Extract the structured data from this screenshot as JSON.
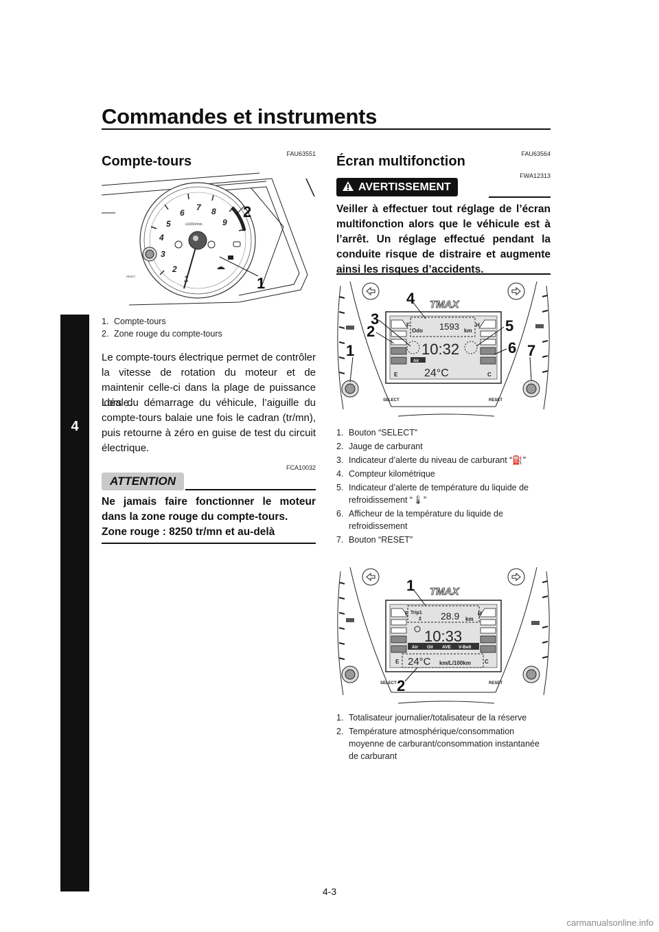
{
  "page": {
    "title": "Commandes et instruments",
    "chapter": "4",
    "page_number": "4-3",
    "watermark": "carmanualsonline.info"
  },
  "left": {
    "section_code": "FAU63551",
    "heading": "Compte-tours",
    "figure": {
      "callouts": [
        "1",
        "2"
      ],
      "dial_numbers": [
        "1",
        "2",
        "3",
        "4",
        "5",
        "6",
        "7",
        "8",
        "9"
      ],
      "dial_unit": "x1000r/min",
      "reset_label": "RESET"
    },
    "captions": [
      {
        "num": "1.",
        "text": "Compte-tours"
      },
      {
        "num": "2.",
        "text": "Zone rouge du compte-tours"
      }
    ],
    "paragraph1": "Le compte-tours électrique permet de contrôler la vitesse de rotation du moteur et de maintenir celle-ci dans la plage de puissance idéale.",
    "paragraph2": "Lors du démarrage du véhicule, l’aiguille du compte-tours balaie une fois le cadran (tr/mn), puis retourne à zéro en guise de test du circuit électrique.",
    "caution_code": "FCA10032",
    "caution_label": "ATTENTION",
    "caution_text1": "Ne jamais faire fonctionner le moteur dans la zone rouge du compte-tours.",
    "caution_text2": "Zone rouge : 8250 tr/mn et au-delà"
  },
  "right": {
    "section_code": "FAU63564",
    "heading": "Écran multifonction",
    "warning_code": "FWA12313",
    "warning_label": "AVERTISSEMENT",
    "warning_text": "Veiller à effectuer tout réglage de l’écran multifonction alors que le véhicule est à l’arrêt. Un réglage effectué pendant la conduite risque de distraire et augmente ainsi les risques d’accidents.",
    "figure1": {
      "callouts": [
        "1",
        "2",
        "3",
        "4",
        "5",
        "6",
        "7"
      ],
      "logo": "TMAX",
      "odo_label": "Odo",
      "odo_value": "1593",
      "unit_km": "km",
      "clock": "10:32",
      "temp": "24°C",
      "air_label": "Air",
      "gauge_f": "F",
      "gauge_e": "E",
      "gauge_h": "H",
      "gauge_c": "C",
      "select_label": "SELECT",
      "reset_label": "RESET"
    },
    "captions1": [
      {
        "num": "1.",
        "text": "Bouton “SELECT”"
      },
      {
        "num": "2.",
        "text": "Jauge de carburant"
      },
      {
        "num": "3.",
        "text": "Indicateur d’alerte du niveau de carburant “⛽”"
      },
      {
        "num": "4.",
        "text": "Compteur kilométrique"
      },
      {
        "num": "5.",
        "text": "Indicateur d’alerte de température du liquide de refroidissement “🌡”"
      },
      {
        "num": "6.",
        "text": "Afficheur de la température du liquide de refroidissement"
      },
      {
        "num": "7.",
        "text": "Bouton “RESET”"
      }
    ],
    "figure2": {
      "callouts": [
        "1",
        "2"
      ],
      "logo": "TMAX",
      "trip_label": "Trip1",
      "trip_sub": "2",
      "trip_value": "28.9",
      "unit_km": "km",
      "clock": "10:33",
      "temp": "24°C",
      "consumption_unit": "km/L/100km",
      "tabs": [
        "Air",
        "Oil",
        "AVE",
        "V-Belt"
      ],
      "gauge_f": "F",
      "gauge_e": "E",
      "gauge_h": "H",
      "gauge_c": "C",
      "select_label": "SELECT",
      "reset_label": "RESET"
    },
    "captions2": [
      {
        "num": "1.",
        "text": "Totalisateur journalier/totalisateur de la réserve"
      },
      {
        "num": "2.",
        "text": "Température atmosphérique/consommation moyenne de carburant/consommation instantanée de carburant"
      }
    ]
  }
}
